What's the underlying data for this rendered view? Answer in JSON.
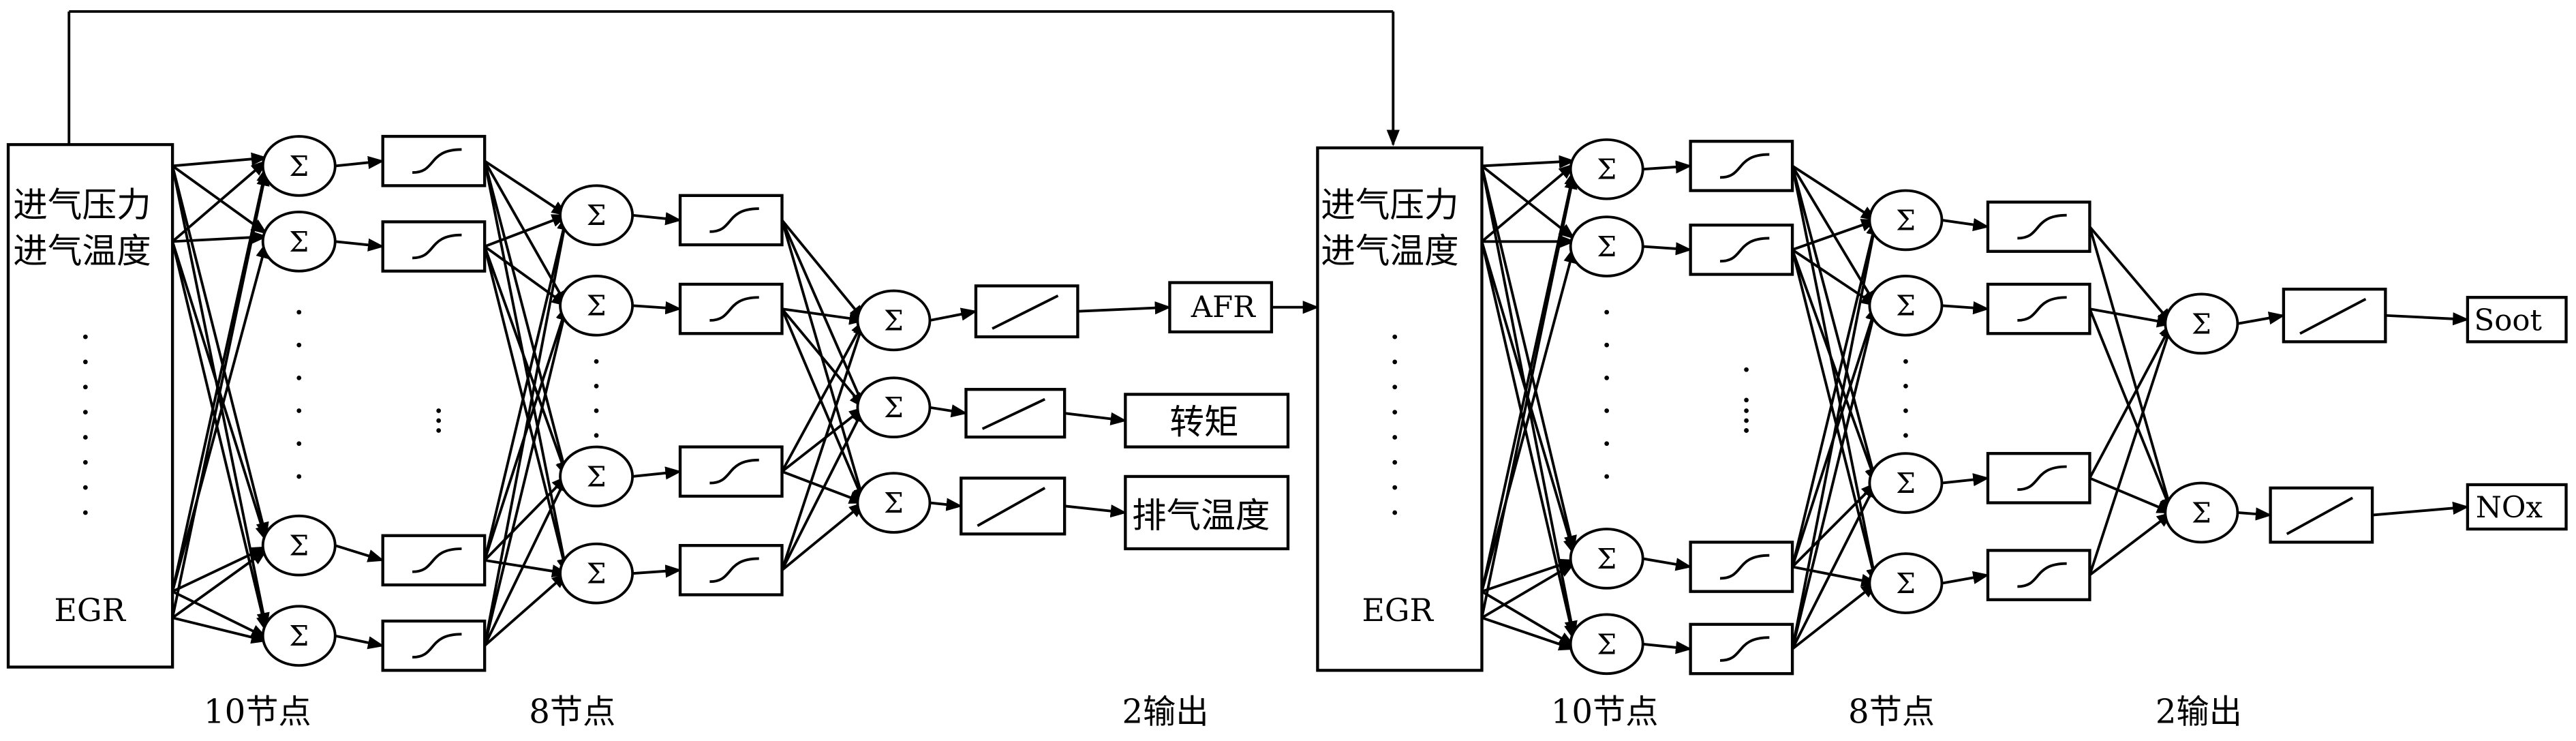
{
  "diagram": {
    "type": "cascaded-neural-network",
    "networks": [
      {
        "id": "net1",
        "inputs": {
          "labels": [
            "进气压力",
            "进气温度",
            "EGR"
          ]
        },
        "hidden1": {
          "label": "10节点",
          "neuron_symbol": "Σ",
          "activation": "sigmoid"
        },
        "hidden2": {
          "label": "8节点",
          "neuron_symbol": "Σ",
          "activation": "sigmoid"
        },
        "output_layer": {
          "label": "2输出",
          "neuron_symbol": "Σ",
          "activation": "linear"
        },
        "outputs": [
          "AFR",
          "转矩",
          "排气温度"
        ]
      },
      {
        "id": "net2",
        "inputs": {
          "labels": [
            "进气压力",
            "进气温度",
            "EGR"
          ]
        },
        "hidden1": {
          "label": "10节点",
          "neuron_symbol": "Σ",
          "activation": "sigmoid"
        },
        "hidden2": {
          "label": "8节点",
          "neuron_symbol": "Σ",
          "activation": "sigmoid"
        },
        "output_layer": {
          "label": "2输出",
          "neuron_symbol": "Σ",
          "activation": "linear"
        },
        "outputs": [
          "Soot",
          "NOx"
        ]
      }
    ],
    "feedback": {
      "from": "net1.inputs",
      "to": "net2.inputs"
    },
    "afr_link": {
      "from": "AFR",
      "to": "net2.inputs"
    }
  }
}
